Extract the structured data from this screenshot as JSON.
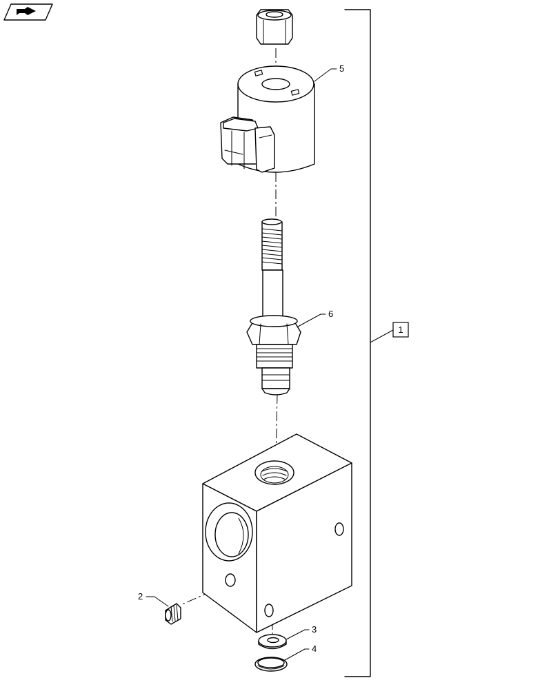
{
  "callouts": {
    "assembly": "1",
    "item2": "2",
    "item3": "3",
    "item4": "4",
    "item5": "5",
    "item6": "6"
  },
  "icons": {
    "corner": "navigation-arrow-icon"
  }
}
